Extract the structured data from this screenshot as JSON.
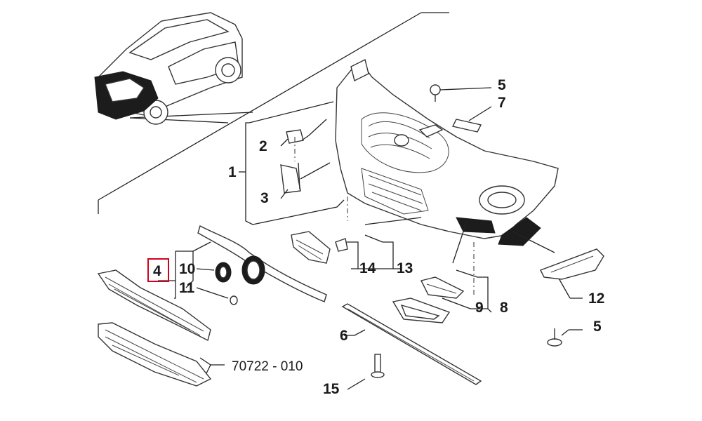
{
  "labels": {
    "l1": "1",
    "l2": "2",
    "l3": "3",
    "l4": "4",
    "l5a": "5",
    "l5b": "5",
    "l6": "6",
    "l7": "7",
    "l8": "8",
    "l9": "9",
    "l10": "10",
    "l11": "11",
    "l12": "12",
    "l13": "13",
    "l14": "14",
    "l15": "15"
  },
  "reference": "70722 - 010",
  "colors": {
    "highlight_box": "#d0021b",
    "ink": "#1a1a1a"
  }
}
